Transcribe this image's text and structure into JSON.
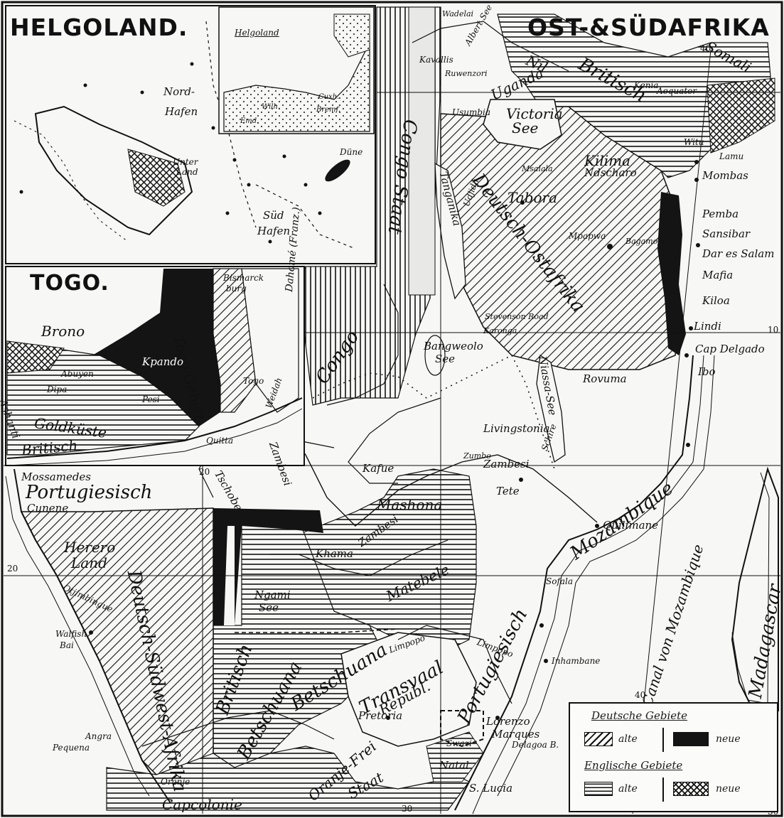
{
  "titles": {
    "helgoland": "HELGOLAND.",
    "ostafrika": "OST-&SÜDAFRIKA",
    "togo": "TOGO."
  },
  "helgoland_inset": {
    "nord_hafen_1": "Nord-",
    "nord_hafen_2": "Hafen",
    "unter_land_1": "Unter",
    "unter_land_2": "Land",
    "dune": "Düne",
    "sud_hafen_1": "Süd",
    "sud_hafen_2": "Hafen",
    "small_map_title": "Helgoland",
    "bremen": "Bremf.",
    "cuxh": "Cuxh.",
    "wilh": "Wilh.",
    "emd": "Emd."
  },
  "togo_inset": {
    "bismarckburg_1": "Bismarck",
    "bismarckburg_2": "burg",
    "togo_geb": "Togo-Gebiet",
    "dahome": "Dahomé (Franz.)",
    "brono": "Brono",
    "kpando": "Kpando",
    "togo": "Togo",
    "goldkuste": "Goldküste",
    "britisch": "Britisch",
    "ashanti": "Ashanti",
    "quitta": "Quitta",
    "weidah": "Weidah",
    "pesi": "Pesi",
    "dipa": "Dipa",
    "akuapem": "Abuyen"
  },
  "places": {
    "wadelai": "Wadelai",
    "albert_see": "Albert See",
    "kavallis": "Kavallis",
    "ruwenzori": "Ruwenzori",
    "uganda": "Uganda",
    "nil": "Nil",
    "usumbia": "Usumbia",
    "victoria_see_1": "Victoria",
    "victoria_see_2": "See",
    "britisch": "Britisch",
    "somali": "Somali",
    "kenia": "Kenia",
    "aequator": "Aequator",
    "witu": "Witu",
    "lamu": "Lamu",
    "mombas": "Mombas",
    "kilima_1": "Kilima",
    "kilima_2": "Ndscharo",
    "tabora": "Tabora",
    "msalala": "Msalala",
    "deutsch_ostafrika": "Deutsch-Ostafrika",
    "pemba": "Pemba",
    "sansibar": "Sansibar",
    "dar_es_salam": "Dar es Salam",
    "mafia": "Mafia",
    "kiloa": "Kiloa",
    "lindi": "Lindi",
    "cap_delgado": "Cap Delgado",
    "ibo": "Ibo",
    "mpapwa": "Mpapwa",
    "bagamoyo": "Bagamoyo",
    "congo_staat": "Congo Staat",
    "congo": "Congo",
    "tanganika": "Tanganika",
    "ujiji": "Udjidji",
    "stevenson_road": "Stevenson Road",
    "karonga": "Karonga",
    "bangweolo_1": "Bangweolo",
    "bangweolo_2": "See",
    "niassa": "Niassa-See",
    "rovuma": "Rovuma",
    "livingstonia": "Livingstonia",
    "zumbo": "Zumbo",
    "zambesi_1": "Zambesi",
    "zambesi_2": "Zambesi",
    "zambesi_3": "Zambesi",
    "kafue": "Kafue",
    "tete": "Tete",
    "schire": "Schire",
    "mozambique": "Mozambique",
    "quilimane": "Quilimane",
    "mashona": "Mashona",
    "matebele": "Matebele",
    "khama": "Khama",
    "ngami_1": "Ngami",
    "ngami_2": "See",
    "sofala": "Sofala",
    "portugiesisch_ost": "Portugiesisch",
    "canal": "Canal von Mozambique",
    "madagascar": "Madagascar",
    "inhambane": "Inhambane",
    "transvaal_1": "Transvaal",
    "transvaal_2": "Republ.",
    "pretoria": "Pretoria",
    "limpopo_1": "Limpopo",
    "limpopo_2": "Limpopo",
    "lorenzo_1": "Lorenzo",
    "lorenzo_2": "Marques",
    "delagoa": "Delagoa B.",
    "swazi": "Swazi",
    "natal": "Natal",
    "st_lucia": "S. Lucia",
    "oranje_1": "Oranje-Frei",
    "oranje_2": "Staat",
    "capcolonie": "Capcolonie",
    "britisch_betschuana": "Britisch",
    "betschuana": "Betschuana",
    "betschuana_2": "Betschuana",
    "mossamedes": "Mossamedes",
    "portugiesisch_west": "Portugiesisch",
    "cunene": "Cunene",
    "tschobe": "Tschobe",
    "herero_1": "Herero",
    "herero_2": "Land",
    "deutsch_sudwest": "Deutsch-Südwest-Afrika",
    "otjimbingue": "Otjimbingue",
    "walfisch_1": "Walfish",
    "walfisch_2": "Bai",
    "angra_1": "Angra",
    "angra_2": "Pequena",
    "oranje_river": "Oranje",
    "nyasa_scale": ""
  },
  "grid_labels": {
    "lon20": "20",
    "lon30": "30",
    "lon40_top": "40",
    "lon40_bottom": "40",
    "lat10": "10",
    "lat20_left": "20",
    "lat30": "30"
  },
  "legend": {
    "german_title": "Deutsche Gebiete",
    "english_title": "Englische Gebiete",
    "alte_1": "alte",
    "neue_1": "neue",
    "alte_2": "alte",
    "neue_2": "neue"
  },
  "colors": {
    "ink": "#111111",
    "paper": "#f7f7f5",
    "new_german": "#141414"
  }
}
